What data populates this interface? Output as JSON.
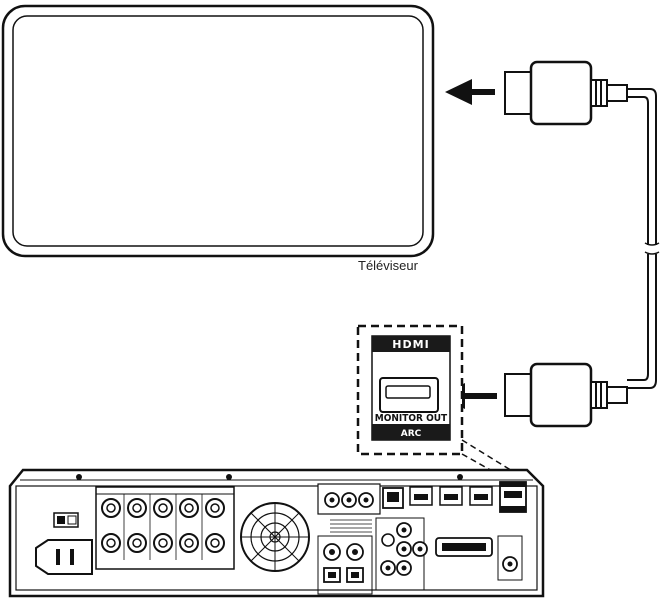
{
  "tv": {
    "label": "Téléviseur"
  },
  "callout": {
    "logo": "HDMI",
    "port_label": "MONITOR OUT",
    "sub_label": "ARC"
  },
  "colors": {
    "line": "#111111",
    "fill": "#ffffff",
    "dark": "#1a1a1a"
  }
}
